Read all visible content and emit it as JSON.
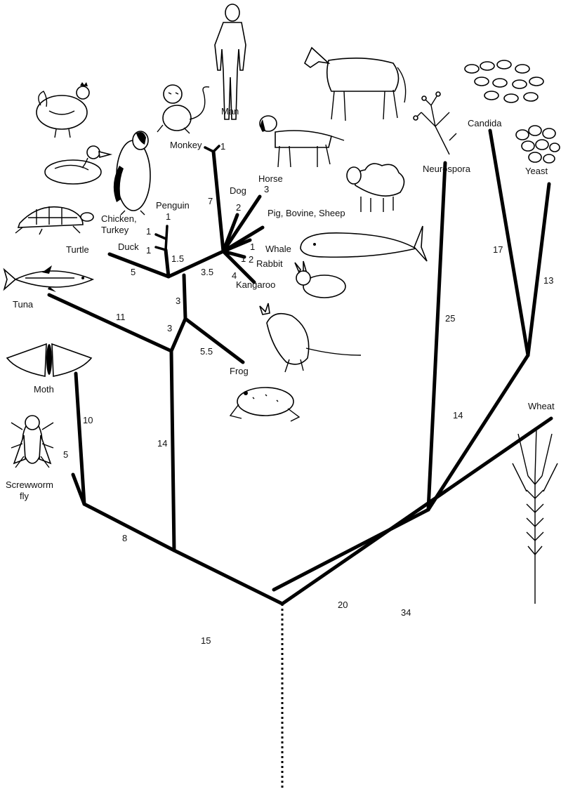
{
  "species": {
    "man": "Man",
    "monkey": "Monkey",
    "horse": "Horse",
    "dog": "Dog",
    "pig_bovine_sheep": "Pig, Bovine, Sheep",
    "whale": "Whale",
    "rabbit": "Rabbit",
    "kangaroo": "Kangaroo",
    "penguin": "Penguin",
    "chicken_turkey_1": "Chicken,",
    "chicken_turkey_2": "Turkey",
    "duck": "Duck",
    "turtle": "Turtle",
    "tuna": "Tuna",
    "frog": "Frog",
    "moth": "Moth",
    "screwworm_1": "Screwworm",
    "screwworm_2": "fly",
    "neurospora": "Neurospora",
    "candida": "Candida",
    "yeast": "Yeast",
    "wheat": "Wheat"
  },
  "branch_lengths": {
    "monkey": "1",
    "man_monkey": "7",
    "horse": "3",
    "dog": "2",
    "pig_bovine_sheep": "1",
    "whale": "1",
    "rabbit": "2",
    "kangaroo": "4",
    "mammals": "3.5",
    "penguin": "1",
    "chicken_turkey": "1",
    "duck": "1",
    "birds": "1.5",
    "turtle": "5",
    "amniotes": "3",
    "tuna": "11",
    "tetrapods": "3",
    "frog": "5.5",
    "vertebrates": "14",
    "moth": "10",
    "screwworm": "5",
    "insects": "8",
    "animals": "15",
    "neurospora": "25",
    "candida": "17",
    "yeast": "13",
    "yeasts": "14",
    "fungi": "20",
    "wheat": "34"
  }
}
